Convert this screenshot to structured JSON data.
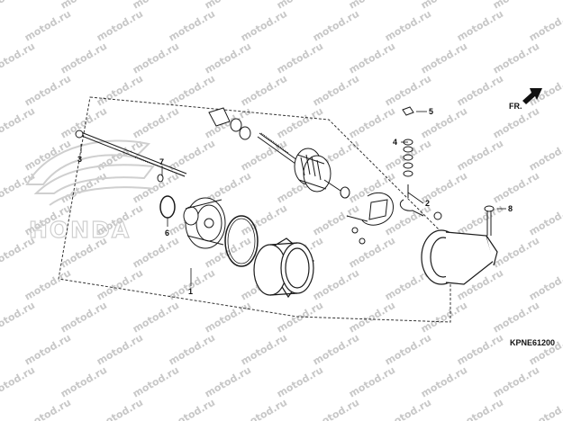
{
  "diagram": {
    "code": "KPNE61200",
    "direction_label": "FR.",
    "watermark_text": "motod.ru",
    "brand_logo_text": "HONDA",
    "callouts": [
      {
        "id": "1",
        "part": "starter-motor-assembly"
      },
      {
        "id": "2",
        "part": "brush-holder-terminal"
      },
      {
        "id": "3",
        "part": "long-bolt"
      },
      {
        "id": "4",
        "part": "terminal-nut-washer-set"
      },
      {
        "id": "5",
        "part": "terminal-nut"
      },
      {
        "id": "6",
        "part": "o-ring"
      },
      {
        "id": "7",
        "part": "washer"
      },
      {
        "id": "8",
        "part": "flange-bolt"
      }
    ]
  },
  "colors": {
    "line": "#1a1a1a",
    "watermark": "#c8c8c8",
    "logo": "#cfcfcf",
    "arrow": "#111111"
  }
}
